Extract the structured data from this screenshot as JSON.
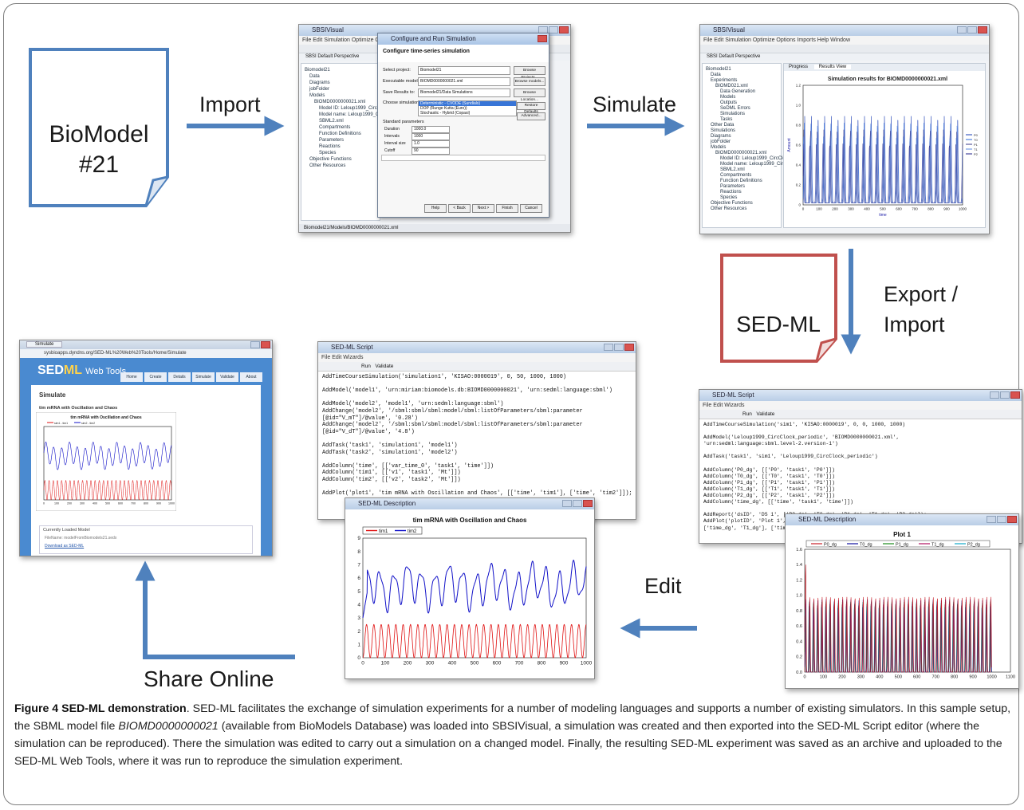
{
  "flow_labels": {
    "import": "Import",
    "simulate": "Simulate",
    "export_import": [
      "Export /",
      "Import"
    ],
    "edit": "Edit",
    "share": "Share Online"
  },
  "docs": {
    "biomodel": [
      "BioModel",
      "#21"
    ],
    "sedml": "SED-ML"
  },
  "sbsi_window": {
    "title": "SBSIVisual",
    "menu": "File  Edit  Simulation  Optimize  Options  Imports  Help  Window",
    "perspective": "SBSI Default Perspective",
    "tree_items": [
      "Biomodel21",
      "Data",
      "Diagrams",
      "jobFolder",
      "Models",
      "BIOMD0000000021.xml",
      "Model ID: Leloup1999_CircClock",
      "Model name: Leloup1999_CircClock",
      "SBML2.xml",
      "Compartments",
      "Function Definitions",
      "Parameters",
      "Reactions",
      "Species",
      "Objective Functions",
      "Other Resources"
    ],
    "status": "Biomodel21/Models/BIOMD0000000021.xml",
    "dialog": {
      "title": "Configure and Run Simulation",
      "heading": "Configure time-series simulation",
      "fields": [
        {
          "label": "Select project:",
          "value": "Biomodel21",
          "button": "Browse Projects..."
        },
        {
          "label": "Executable model file:",
          "value": "BIOMD0000000021.xml",
          "button": "Browse models..."
        },
        {
          "label": "Save Results to:",
          "value": "Biomodel21/Data Simulations",
          "button": "Browse Location..."
        }
      ],
      "sim_type_label": "Choose simulation type:",
      "sim_types": [
        "Deterministic - CVODE (Sundials)",
        "DOP (Runge Kutta (Euro))",
        "Stochastic - Hybrid (Copasi)"
      ],
      "side_buttons": [
        "Restore Defaults",
        "Advanced..."
      ],
      "std_params_label": "Standard parameters",
      "params": [
        {
          "label": "Duration",
          "value": "1000.0"
        },
        {
          "label": "Intervals",
          "value": "1000"
        },
        {
          "label": "Interval size",
          "value": "1.0"
        },
        {
          "label": "Cutoff",
          "value": "90"
        }
      ],
      "buttons": [
        "Help",
        "< Back",
        "Next >",
        "Finish",
        "Cancel"
      ]
    }
  },
  "results_window": {
    "title": "SBSIVisual",
    "menu": "File  Edit  Simulation  Optimize  Options  Imports  Help  Window",
    "perspective": "SBSI Default Perspective",
    "tabs": [
      "Progress",
      "Results View"
    ],
    "tree_items": [
      "Biomodel21",
      "Data",
      "Experiments",
      "BIOMD021.xml",
      "Data Generation",
      "Models",
      "Outputs",
      "SeDML Errors",
      "Simulations",
      "Tasks",
      "Other Data",
      "Simulations",
      "Diagrams",
      "jobFolder",
      "Models",
      "BIOMD0000000021.xml",
      "Model ID: Leloup1999_CircClock",
      "Model name: Leloup1999_CircClock",
      "SBML2.xml",
      "Compartments",
      "Function Definitions",
      "Parameters",
      "Reactions",
      "Species",
      "Objective Functions",
      "Other Resources"
    ],
    "plot_title": "Simulation results for BIOMD0000000021.xml",
    "ylabel": "Amount",
    "xlabel": "time",
    "yticks": [
      "0",
      "0.2",
      "0.4",
      "0.6",
      "0.8",
      "1.0",
      "1.2"
    ],
    "xticks": [
      "0",
      "100",
      "200",
      "300",
      "400",
      "500",
      "600",
      "700",
      "800",
      "900",
      "1000"
    ],
    "legend": [
      "P0",
      "T0",
      "P1",
      "T1",
      "P2"
    ]
  },
  "script_window_top": {
    "title": "SED-ML Script",
    "menu": "File  Edit  Wizards",
    "toolbar_run": "Run",
    "toolbar_validate": "Validate",
    "lines": [
      "AddTimeCourseSimulation('simulation1', 'KISAO:0000019', 0, 50, 1000, 1000)",
      "",
      "AddModel('model1', 'urn:miriam:biomodels.db:BIOMD0000000021', 'urn:sedml:language:sbml')",
      "",
      "AddModel('model2', 'model1', 'urn:sedml:language:sbml')",
      "AddChange('model2', '/sbml:sbml/sbml:model/sbml:listOfParameters/sbml:parameter",
      "[@id=\"V_mT\"]/@value', '0.28')",
      "AddChange('model2', '/sbml:sbml/sbml:model/sbml:listOfParameters/sbml:parameter",
      "[@id=\"V_dT\"]/@value', '4.8')",
      "",
      "AddTask('task1', 'simulation1', 'model1')",
      "AddTask('task2', 'simulation1', 'model2')",
      "",
      "AddColumn('time', [['var_time_0', 'task1', 'time']])",
      "AddColumn('tim1', [['v1', 'task1', 'Mt']])",
      "AddColumn('tim2', [['v2', 'task2', 'Mt']])",
      "",
      "AddPlot('plot1', 'tim mRNA with Oscillation and Chaos', [['time', 'tim1'], ['time', 'tim2']]);"
    ]
  },
  "script_window_right": {
    "title": "SED-ML Script",
    "menu": "File  Edit  Wizards",
    "toolbar_run": "Run",
    "toolbar_validate": "Validate",
    "lines": [
      "AddTimeCourseSimulation('sim1', 'KISAO:0000019', 0, 0, 1000, 1000)",
      "",
      "AddModel('Leloup1999_CircClock_periodic', 'BIOMD0000000021.xml',",
      "'urn:sedml:language:sbml.level-2.version-1')",
      "",
      "AddTask('task1', 'sim1', 'Leloup1999_CircClock_periodic')",
      "",
      "AddColumn('P0_dg', [['P0', 'task1', 'P0']])",
      "AddColumn('T0_dg', [['T0', 'task1', 'T0']])",
      "AddColumn('P1_dg', [['P1', 'task1', 'P1']])",
      "AddColumn('T1_dg', [['T1', 'task1', 'T1']])",
      "AddColumn('P2_dg', [['P2', 'task1', 'P2']])",
      "AddColumn('time_dg', [['time', 'task1', 'time']])",
      "",
      "AddReport('dsID', 'DS 1', ['P0_dg', 'T0_dg', 'P1_dg', 'T1_dg', 'P2_dg']);",
      "AddPlot('plotID', 'Plot 1', [['time_dg', 'P0_dg'], ['time_dg', 'T0_dg'], ['time_dg', 'P1_dg'],",
      "['time_dg', 'T1_dg'], ['time_dg', 'P2_dg']]);"
    ]
  },
  "desc_window_mid": {
    "title": "SED-ML Description",
    "plot_title": "tim mRNA with Oscillation and Chaos",
    "legend": [
      "tim1",
      "tim2"
    ],
    "series_colors": [
      "#e01010",
      "#1010c8"
    ],
    "yticks": [
      "0",
      "1",
      "2",
      "3",
      "4",
      "5",
      "6",
      "7",
      "8",
      "9"
    ],
    "xticks": [
      "0",
      "100",
      "200",
      "300",
      "400",
      "500",
      "600",
      "700",
      "800",
      "900",
      "1000"
    ]
  },
  "desc_window_right": {
    "title": "SED-ML Description",
    "plot_title": "Plot 1",
    "legend": [
      "P0_dg",
      "T0_dg",
      "P1_dg",
      "T1_dg",
      "P2_dg"
    ],
    "series_colors": [
      "#c81e28",
      "#1010a0",
      "#1a8a1a",
      "#b01060",
      "#10a8c8"
    ],
    "yticks": [
      "0.0",
      "0.2",
      "0.4",
      "0.6",
      "0.8",
      "1.0",
      "1.2",
      "1.4",
      "1.6"
    ],
    "xticks": [
      "0",
      "100",
      "200",
      "300",
      "400",
      "500",
      "600",
      "700",
      "800",
      "900",
      "1000",
      "1100"
    ]
  },
  "browser_window": {
    "tab_title": "Simulate",
    "url": "sysbioapps.dyndns.org/SED-ML%20Web%20Tools/Home/Simulate",
    "logo_sed": "SED",
    "logo_ml": "ML",
    "logo_rest": "Web Tools",
    "nav": [
      "Home",
      "Create",
      "Details",
      "Simulate",
      "Validate",
      "About"
    ],
    "page_heading": "Simulate",
    "subheading": "tim mRNA with Oscillation and Chaos",
    "plot_title": "tim mRNA with Oscillation and Chaos",
    "legend": [
      "sim1 - tim1",
      "sim2 - tim2"
    ],
    "xticks": [
      "0",
      "100",
      "200",
      "300",
      "400",
      "500",
      "600",
      "700",
      "800",
      "900",
      "1000"
    ],
    "loaded_label": "Currently Loaded Model",
    "filename_line": "FileName: modelFromBiomodels21.sedx",
    "download_link": "Download as SED-ML"
  },
  "caption": {
    "bold": "Figure 4 SED-ML demonstration",
    "part1": ". SED-ML facilitates the exchange of simulation experiments for a number of modeling languages and supports a number of existing simulators. In this sample setup, the SBML model file ",
    "italic": "BIOMD0000000021",
    "part2": " (available from BioModels Database) was loaded into SBSIVisual, a simulation was created and then exported into the SED-ML Script editor (where the simulation can be reproduced). There the simulation was edited to carry out a simulation on a changed model. Finally, the resulting SED-ML experiment was saved as an archive and uploaded to the SED-ML Web Tools, where it was run to reproduce the simulation experiment."
  },
  "colors": {
    "flow_arrow": "#4f81bd",
    "doc_blue": "#4f81bd",
    "doc_red": "#c0504d"
  }
}
